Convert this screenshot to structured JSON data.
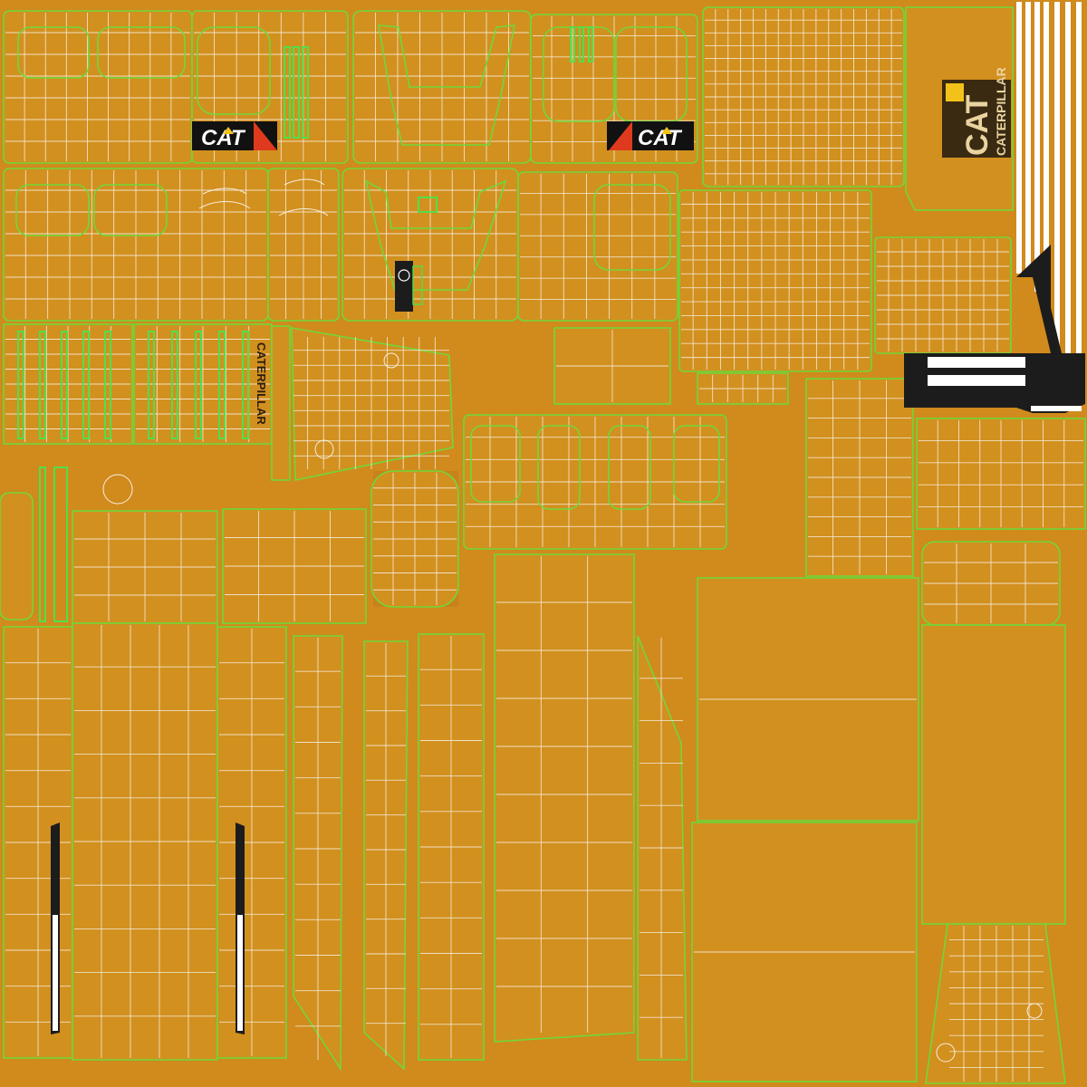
{
  "decals": {
    "cat_left": "CAT",
    "cat_right": "CAT",
    "logo_big_cat": "CAT",
    "logo_big_caterpillar": "CATERPILLAR",
    "side_caterpillar": "CATERPILLAR"
  },
  "colors": {
    "base": "#d2901f",
    "uv_edge": "#6fd83a",
    "wire": "#f6efe0",
    "decal_black": "#111111",
    "decal_red": "#e03a1e",
    "decal_yellow": "#f2c21a"
  }
}
